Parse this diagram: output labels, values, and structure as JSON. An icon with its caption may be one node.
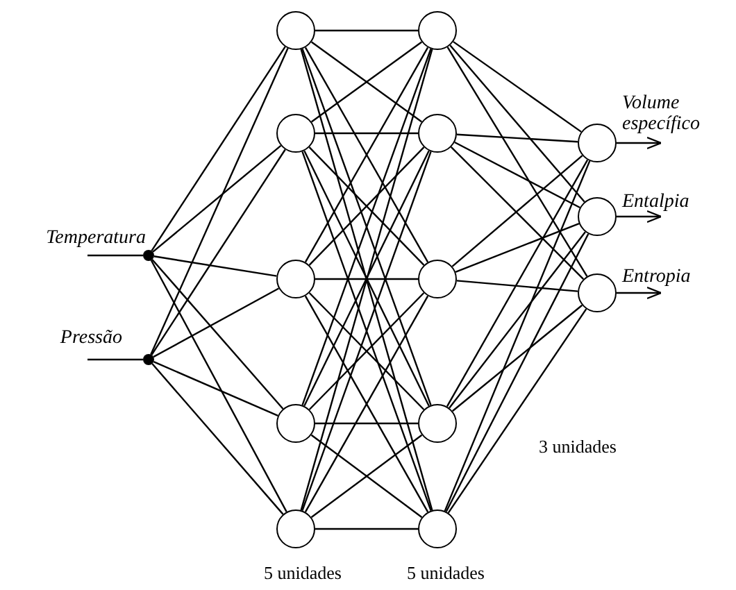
{
  "diagram": {
    "nodes": [
      {
        "text": [],
        "shape": "circle"
      },
      {
        "text": [],
        "shape": "circle"
      },
      {
        "text": [],
        "shape": "circle"
      },
      {
        "text": [],
        "shape": "circle"
      },
      {
        "text": [],
        "shape": "circle"
      },
      {
        "text": [],
        "shape": "circle"
      },
      {
        "text": [],
        "shape": "circle"
      },
      {
        "text": [],
        "shape": "circle"
      },
      {
        "text": [],
        "shape": "circle"
      },
      {
        "text": [],
        "shape": "circle"
      },
      {
        "text": [],
        "shape": "circle"
      },
      {
        "text": [],
        "shape": "circle"
      },
      {
        "text": [],
        "shape": "circle"
      },
      {
        "text": [],
        "shape": "circle"
      },
      {
        "text": [],
        "shape": "circle"
      }
    ],
    "edges": [
      {
        "from": null,
        "to": 0,
        "arrow": "none",
        "label": "Temperatura"
      },
      {
        "from": null,
        "to": 1,
        "arrow": "none",
        "label": "Pressão"
      },
      {
        "from": 0,
        "to": 2,
        "arrow": "none"
      },
      {
        "from": 0,
        "to": 3,
        "arrow": "none"
      },
      {
        "from": 0,
        "to": 4,
        "arrow": "none"
      },
      {
        "from": 0,
        "to": 5,
        "arrow": "none"
      },
      {
        "from": 0,
        "to": 6,
        "arrow": "none"
      },
      {
        "from": 1,
        "to": 2,
        "arrow": "none"
      },
      {
        "from": 1,
        "to": 3,
        "arrow": "none"
      },
      {
        "from": 1,
        "to": 4,
        "arrow": "none"
      },
      {
        "from": 1,
        "to": 5,
        "arrow": "none"
      },
      {
        "from": 1,
        "to": 6,
        "arrow": "none"
      },
      {
        "from": 2,
        "to": 7,
        "arrow": "none"
      },
      {
        "from": 2,
        "to": 8,
        "arrow": "none"
      },
      {
        "from": 2,
        "to": 9,
        "arrow": "none"
      },
      {
        "from": 2,
        "to": 10,
        "arrow": "none"
      },
      {
        "from": 2,
        "to": 11,
        "arrow": "none"
      },
      {
        "from": 3,
        "to": 7,
        "arrow": "none"
      },
      {
        "from": 3,
        "to": 8,
        "arrow": "none"
      },
      {
        "from": 3,
        "to": 9,
        "arrow": "none"
      },
      {
        "from": 3,
        "to": 10,
        "arrow": "none"
      },
      {
        "from": 3,
        "to": 11,
        "arrow": "none"
      },
      {
        "from": 4,
        "to": 7,
        "arrow": "none"
      },
      {
        "from": 4,
        "to": 8,
        "arrow": "none"
      },
      {
        "from": 4,
        "to": 9,
        "arrow": "none"
      },
      {
        "from": 4,
        "to": 10,
        "arrow": "none"
      },
      {
        "from": 4,
        "to": 11,
        "arrow": "none"
      },
      {
        "from": 5,
        "to": 7,
        "arrow": "none"
      },
      {
        "from": 5,
        "to": 8,
        "arrow": "none"
      },
      {
        "from": 5,
        "to": 9,
        "arrow": "none"
      },
      {
        "from": 5,
        "to": 10,
        "arrow": "none"
      },
      {
        "from": 5,
        "to": 11,
        "arrow": "none"
      },
      {
        "from": 6,
        "to": 7,
        "arrow": "none"
      },
      {
        "from": 6,
        "to": 8,
        "arrow": "none"
      },
      {
        "from": 6,
        "to": 9,
        "arrow": "none"
      },
      {
        "from": 6,
        "to": 10,
        "arrow": "none"
      },
      {
        "from": 6,
        "to": 11,
        "arrow": "none"
      },
      {
        "from": 7,
        "to": 12,
        "arrow": "none"
      },
      {
        "from": 7,
        "to": 13,
        "arrow": "none"
      },
      {
        "from": 7,
        "to": 14,
        "arrow": "none"
      },
      {
        "from": 8,
        "to": 12,
        "arrow": "none"
      },
      {
        "from": 8,
        "to": 13,
        "arrow": "none"
      },
      {
        "from": 8,
        "to": 14,
        "arrow": "none"
      },
      {
        "from": 9,
        "to": 12,
        "arrow": "none"
      },
      {
        "from": 9,
        "to": 13,
        "arrow": "none"
      },
      {
        "from": 9,
        "to": 14,
        "arrow": "none"
      },
      {
        "from": 10,
        "to": 12,
        "arrow": "none"
      },
      {
        "from": 10,
        "to": 13,
        "arrow": "none"
      },
      {
        "from": 10,
        "to": 14,
        "arrow": "none"
      },
      {
        "from": 11,
        "to": 12,
        "arrow": "none"
      },
      {
        "from": 11,
        "to": 13,
        "arrow": "none"
      },
      {
        "from": 11,
        "to": 14,
        "arrow": "none"
      },
      {
        "from": 12,
        "to": null,
        "arrow": "to",
        "label": "Volume específico"
      },
      {
        "from": 13,
        "to": null,
        "arrow": "to",
        "label": "Entalpia"
      },
      {
        "from": 14,
        "to": null,
        "arrow": "to",
        "label": "Entropia"
      }
    ],
    "labels": [
      "3 unidades",
      "5 unidades",
      "5 unidades"
    ]
  }
}
